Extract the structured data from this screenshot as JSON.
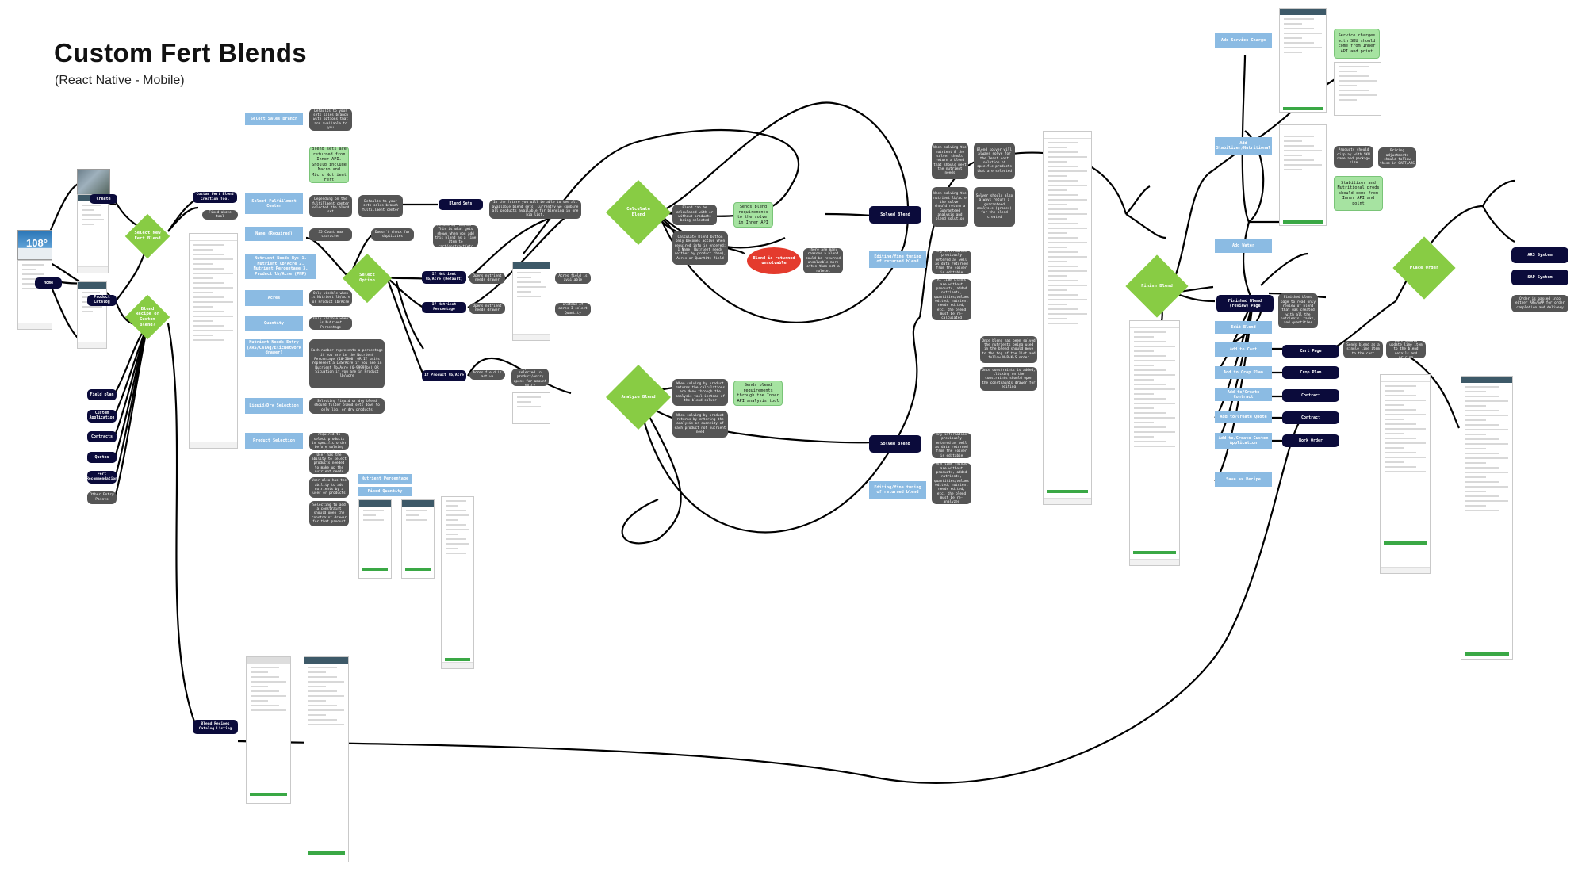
{
  "page": {
    "title": "Custom Fert Blends",
    "subtitle": "(React Native - Mobile)"
  },
  "colors": {
    "navy": "#0b0b3b",
    "gray": "#555555",
    "blue": "#8bbbe3",
    "green_diamond": "#88cc44",
    "note_green": "#a6e3a1",
    "red": "#e43b2d"
  },
  "weather_widget": {
    "temp": "108°"
  },
  "nodes": {
    "n_create": "Create",
    "n_home": "Home",
    "n_product_catalog": "Product Catalog",
    "n_field_plan": "Field plan",
    "n_custom_app": "Custom Application",
    "n_contracts": "Contracts",
    "n_quotes": "Quotes",
    "n_fert_rec": "Fert Recommendation",
    "n_other_entry": "Other Entry Points",
    "d_select_new": "Select New Fert Blend",
    "d_blend_recipe": "Blend Recipe or Custom Blend?",
    "n_cfb_creation": "Custom Fert Blend Creation Tool",
    "n_blend_catalog": "Blend Recipes Catalog Listing",
    "g_fixed_above": "Fixed above tool",
    "b_sales_branch": "Select Sales Branch",
    "g_sales_branch": "Defaults to your sets sales branch with options that are available to you",
    "note_blend_sets": "Blend sets are returned from Inner API. Should include Macro and Micro Nutrient Fert",
    "b_fulfillment": "Select Fulfillment Center",
    "g_fulfillment_a": "Depending on the fulfillment center selected the blend set",
    "g_fulfillment_b": "Defaults to your sets sales branch fulfillment center",
    "n_blend_sets": "Blend Sets",
    "g_future": "In the future you will be able to see all available blend sets. Currently we combine all products available for blending in one big list.",
    "b_name": "Name (Required)",
    "g_name_a": "35 Count max character",
    "g_name_b": "Doesn't check for duplicates",
    "g_name_c": "Needed by ARS/SAP. This is what gets shown when you add this blend as a line item to cart/contract/etc",
    "b_nutrient_needs": "Nutrient Needs By: 1. Nutrient lb/Acre 2. Nutrient Percentage 3. Product lb/Acre (PMP)",
    "d_select_option": "Select Option",
    "n_if_nutrient_lb": "If Nutrient lb/Acre (Default)",
    "n_if_nutrient_pct": "If Nutrient Percentage",
    "n_if_product_lb": "If Product lb/Acre",
    "g_opens_a": "Opens nutrient needs drawer",
    "g_acres_field": "Acres field is available",
    "g_opens_b": "Opens nutrient needs drawer",
    "g_instead_acres": "Instead of acres I select Quantity",
    "g_acres_active": "Acres field is active",
    "g_show_product": "Show product to selected in product/entry opens for amount entry",
    "b_acres": "Acres",
    "g_acres": "Only visible when is Nutrient lb/Acre or Product lb/Acre",
    "b_quantity": "Quantity",
    "g_quantity": "Only visible when is Nutrient Percentage",
    "b_nutrient_needs_entry": "Nutrient Needs Entry (ARS/CalAg/ElicNetwork drawer)",
    "g_needs_entry": "Each number represents a percentage if you are in the Nutrient Percentage (10-5000) OR If units represent a LBS/Acre if you are in Nutrient lb/Acre (0-9999lbs) OR Situation if you are in Product lb/Acre",
    "b_liquid_dry": "Liquid/Dry Selection",
    "g_liquid_dry": "Selecting liquid or dry blend should filter blend sets down to only liq. or dry products",
    "b_product_selection": "Product Selection",
    "g_product_a": "User is not required to select products in specific order before solving blend",
    "g_product_b": "User has the ability to select products needed to make up the nutrient needs",
    "g_product_c": "User also has the ability to add nutrients by a user or products",
    "g_product_d": "Selecting to add a constraint should open the constraint drawer for that product",
    "b_nutrient_pct": "Nutrient Percentage",
    "b_fixed_qty": "Fixed Quantity",
    "d_calculate": "Calculate Blend",
    "g_calc_a": "Blend can be calculated with or without products being selected",
    "g_calc_b": "Calculate Blend button only becomes active when required info is entered: 1 Name, Nutrient needs (either by product then), Acres or Quantity field",
    "note_sends_solver": "Sends blend requirements to the solver in Inner API",
    "red_unsolvable": "Blend is returned unsolvable",
    "g_unsolvable": "There are many reasons a blend could be returned unsolvable more often than not a ruleset",
    "n_solved_a": "Solved Blend",
    "b_editing_a": "Editing/fine tuning of returned blend",
    "g_solve_a": "When solving the nutrient & the solver should return a blend that should meet the nutrient needs",
    "g_solve_b": "Blend solver will always solve for the least cost solution of specific products that are selected",
    "g_solve_c": "When solving the nutrient lb/acre the solver should return a Guaranteed analysis and blend solution",
    "g_solve_d": "Solver should also always return a guaranteed analysis (grades) for the blend created",
    "g_any_info_a": "Any information previously entered as well as data returned from the solver is editable",
    "g_any_info_b": "At time things are without products, added nutrients, quantities/values edited, nutrient needs edited, etc. the blend must be re-calculated",
    "g_once_solved": "Once blend has been solved the nutrients being used in the blend should move to the top of the list and follow N-P-K-S order",
    "g_once_constraints": "Once constraints is added, clicking on the constraints should open the constraints drawer for editing",
    "d_analyze": "Analyze Blend",
    "g_analyze_a": "When solving by product returns the calculations are done through the analysis tool instead of the blend solver",
    "note_sends_analysis": "Sends blend requirements through the Inner API analysis tool",
    "g_analyze_b": "When solving by product returns by entering the analysis or quantity of each product not nutrient need",
    "n_solved_b": "Solved Blend",
    "b_editing_b": "Editing/fine tuning of returned blend",
    "g_any_info_c": "Any information previously entered as well as data returned from the solver is editable",
    "g_any_info_d": "Any time things are without products, added nutrients, quantities/values edited, nutrient needs edited, etc. the blend must be re-analyzed",
    "d_finish": "Finish Blend",
    "n_finished_page": "Finished Blend (review) Page",
    "g_finished": "Finished blend page to read only review of blend that was created with all the nutrients, tanks, and quantities",
    "b_edit_blend": "Edit Blend",
    "b_add_to_cart": "Add to Cart",
    "n_cart_page": "Cart Page",
    "g_cart_a": "Sends blend as a single line item to the cart",
    "g_cart_b": "Cart should update line item to the blend details and pricing",
    "b_add_crop_plan": "Add to Crop Plan",
    "n_crop_plan": "Crop Plan",
    "b_add_contract": "Add to/Create Contract",
    "n_contract_a": "Contract",
    "b_add_quote": "Add to/Create Quote",
    "n_contract_b": "Contract",
    "b_add_custom_app": "Add to/Create Custom Application",
    "n_work_order": "Work Order",
    "b_save_recipe": "Save as Recipe",
    "b_add_service": "Add Service Charge",
    "note_service": "Service charges with SKU should come from Inner API and point",
    "b_add_stabilizer": "Add Stabilizer/Nutritional",
    "g_products_display": "Products should display with SKU name and package size",
    "g_pricing": "Pricing adjustments should follow those in CART/ARS",
    "note_stabilizer": "Stabilizer and Nutritional prods should come from Inner API and point",
    "b_add_water": "Add Water",
    "d_place_order": "Place Order",
    "n_ars": "ARS System",
    "n_sap": "SAP System",
    "g_order_sent": "Order is passed into either ARS/SAP for order completion and delivery"
  }
}
